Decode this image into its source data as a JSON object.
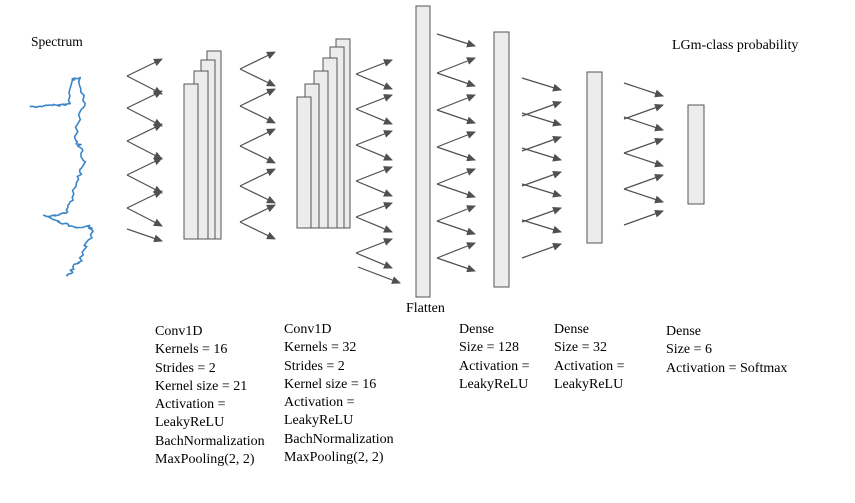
{
  "labels": {
    "input": "Spectrum",
    "output": "LGm-class probability",
    "flatten": "Flatten"
  },
  "layers": [
    {
      "lines": [
        "Conv1D",
        "Kernels = 16",
        "Strides = 2",
        "Kernel size = 21",
        "Activation =",
        "LeakyReLU",
        "BachNormalization",
        "MaxPooling(2, 2)"
      ]
    },
    {
      "lines": [
        "Conv1D",
        "Kernels = 32",
        "Strides = 2",
        "Kernel size = 16",
        "Activation =",
        "LeakyReLU",
        "BachNormalization",
        "MaxPooling(2, 2)"
      ]
    },
    {
      "lines": [
        "Dense",
        "Size = 128",
        "Activation =",
        "LeakyReLU"
      ]
    },
    {
      "lines": [
        "Dense",
        "Size = 32",
        "Activation =",
        "LeakyReLU"
      ]
    },
    {
      "lines": [
        "Dense",
        "Size = 6",
        "Activation = Softmax"
      ]
    }
  ],
  "colors": {
    "block_fill": "#ececec",
    "block_stroke": "#555555",
    "arrow": "#505050",
    "spectrum": "#3a86c8"
  }
}
